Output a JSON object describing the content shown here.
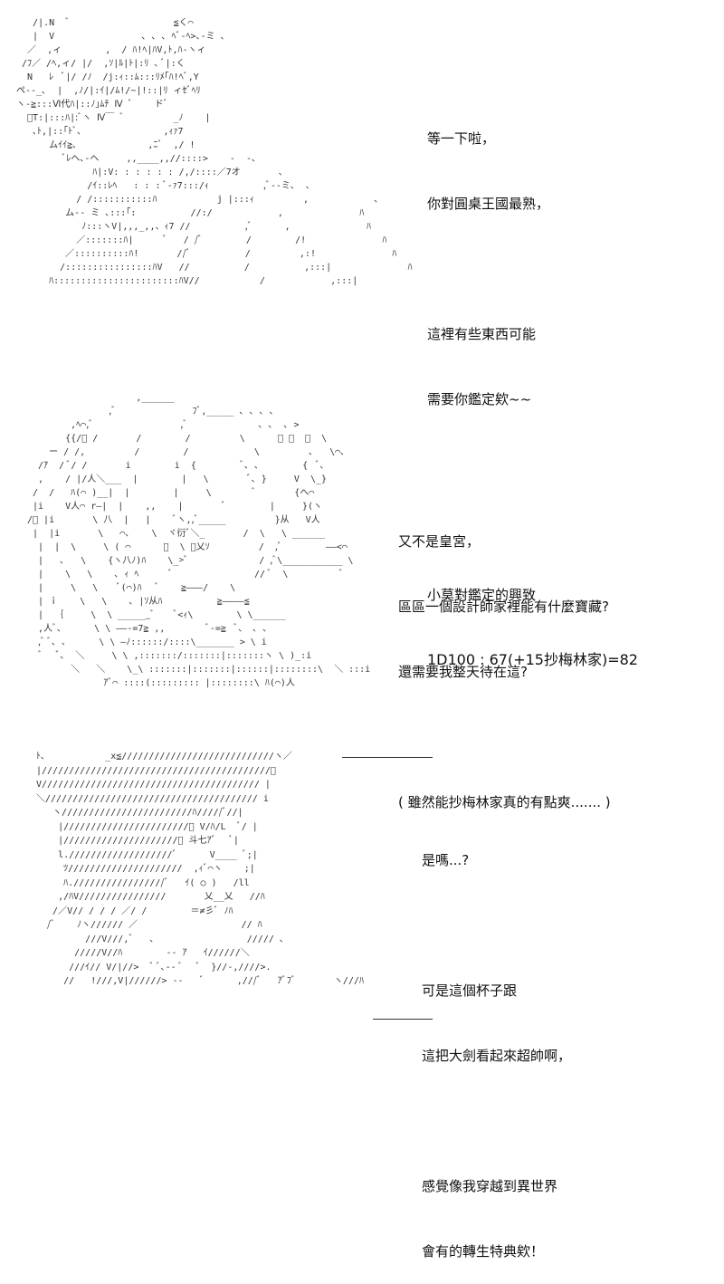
{
  "panels": [
    {
      "lines": [
        "等一下啦，",
        "你對圓桌王國最熟，",
        "",
        "這裡有些東西可能",
        "需要你鑑定欸~~",
        "",
        "",
        "小莫對鑑定的興致",
        "1D100 : 67(+15抄梅林家)=82"
      ]
    },
    {
      "lines": [
        "又不是皇宮，",
        "區區一個設計師家裡能有什麼寶藏?",
        "還需要我整天待在這?",
        "",
        "( 雖然能抄梅林家真的有點爽....... )"
      ]
    },
    {
      "lines": [
        "是嗎...?",
        "",
        "可是這個杯子跟",
        "這把大劍看起來超帥啊，",
        "",
        "感覺像我穿越到異世界",
        "會有的轉生特典欸！"
      ]
    }
  ]
}
